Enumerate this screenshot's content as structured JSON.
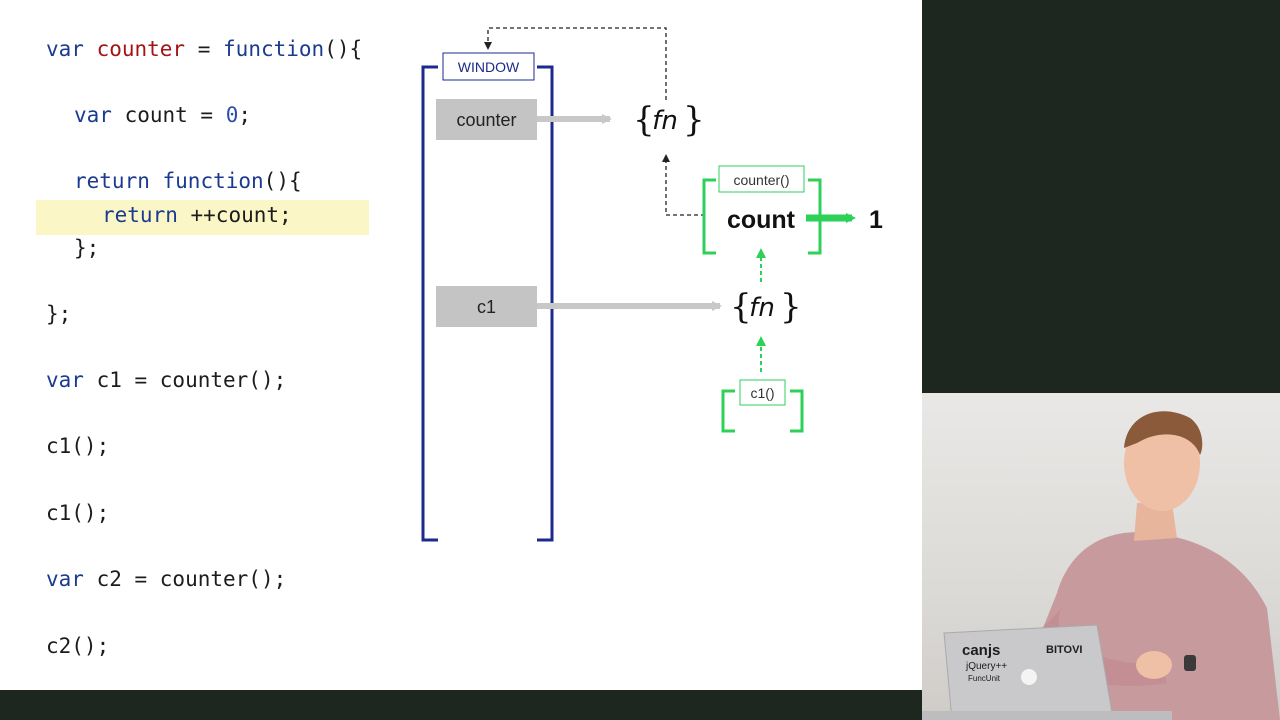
{
  "code": {
    "lines": [
      {
        "parts": [
          {
            "t": "var ",
            "c": "kw"
          },
          {
            "t": "counter",
            "c": "name"
          },
          {
            "t": " = ",
            "c": ""
          },
          {
            "t": "function",
            "c": "kw"
          },
          {
            "t": "(){",
            "c": ""
          }
        ]
      },
      {
        "parts": [
          {
            "t": "var ",
            "c": "kw"
          },
          {
            "t": "count = ",
            "c": ""
          },
          {
            "t": "0",
            "c": "num"
          },
          {
            "t": ";",
            "c": ""
          }
        ]
      },
      {
        "parts": [
          {
            "t": "return ",
            "c": "kw"
          },
          {
            "t": "function",
            "c": "kw"
          },
          {
            "t": "(){",
            "c": ""
          }
        ]
      },
      {
        "parts": [
          {
            "t": "return ",
            "c": "kw"
          },
          {
            "t": "++count;",
            "c": ""
          }
        ]
      },
      {
        "parts": [
          {
            "t": "};",
            "c": ""
          }
        ]
      },
      {
        "parts": [
          {
            "t": "};",
            "c": ""
          }
        ]
      },
      {
        "parts": [
          {
            "t": "var ",
            "c": "kw"
          },
          {
            "t": "c1 = counter();",
            "c": ""
          }
        ]
      },
      {
        "parts": [
          {
            "t": "c1();",
            "c": ""
          }
        ]
      },
      {
        "parts": [
          {
            "t": "c1();",
            "c": ""
          }
        ]
      },
      {
        "parts": [
          {
            "t": "var ",
            "c": "kw"
          },
          {
            "t": "c2 = counter();",
            "c": ""
          }
        ]
      },
      {
        "parts": [
          {
            "t": "c2();",
            "c": ""
          }
        ]
      }
    ]
  },
  "diagram": {
    "window_label": "WINDOW",
    "counter_label": "counter",
    "c1_label": "c1",
    "fn_label": "fn",
    "counter_call_label": "counter()",
    "count_label": "count",
    "value_label": "1",
    "c1_call_label": "c1()"
  },
  "colors": {
    "window_blue": "#1b2a8c",
    "scope_green": "#2ed158",
    "var_box_gray": "#c4c4c4",
    "arrow_gray": "#c8c8c8",
    "highlight": "#fbf6c6"
  },
  "video": {
    "laptop_stickers": [
      "canjs",
      "jQuery++",
      "FuncUnit",
      "BITOVI"
    ]
  }
}
